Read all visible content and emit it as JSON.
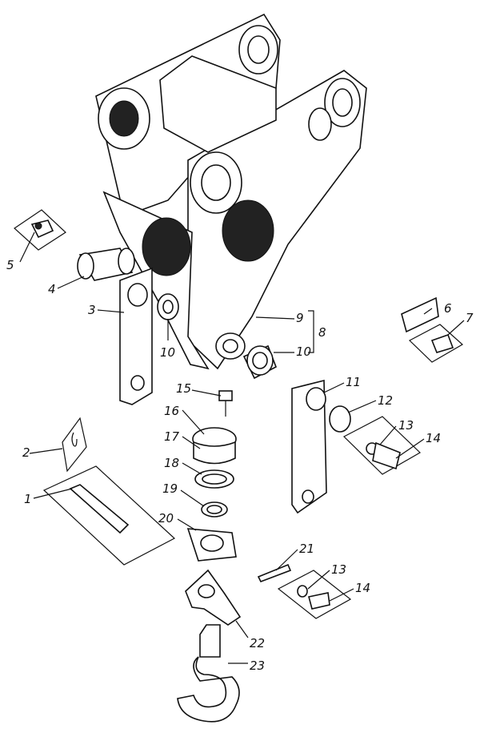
{
  "diagram": {
    "callouts": [
      {
        "id": "c1",
        "text": "1"
      },
      {
        "id": "c2",
        "text": "2"
      },
      {
        "id": "c3",
        "text": "3"
      },
      {
        "id": "c4",
        "text": "4"
      },
      {
        "id": "c5",
        "text": "5"
      },
      {
        "id": "c6",
        "text": "6"
      },
      {
        "id": "c7",
        "text": "7"
      },
      {
        "id": "c8",
        "text": "8"
      },
      {
        "id": "c9",
        "text": "9"
      },
      {
        "id": "c10a",
        "text": "10"
      },
      {
        "id": "c10b",
        "text": "10"
      },
      {
        "id": "c11",
        "text": "11"
      },
      {
        "id": "c12",
        "text": "12"
      },
      {
        "id": "c13a",
        "text": "13"
      },
      {
        "id": "c13b",
        "text": "13"
      },
      {
        "id": "c14a",
        "text": "14"
      },
      {
        "id": "c14b",
        "text": "14"
      },
      {
        "id": "c15",
        "text": "15"
      },
      {
        "id": "c16",
        "text": "16"
      },
      {
        "id": "c17",
        "text": "17"
      },
      {
        "id": "c18",
        "text": "18"
      },
      {
        "id": "c19",
        "text": "19"
      },
      {
        "id": "c20",
        "text": "20"
      },
      {
        "id": "c21",
        "text": "21"
      },
      {
        "id": "c22",
        "text": "22"
      },
      {
        "id": "c23",
        "text": "23"
      }
    ],
    "colors": {
      "ink": "#111111",
      "paper": "#ffffff"
    }
  }
}
